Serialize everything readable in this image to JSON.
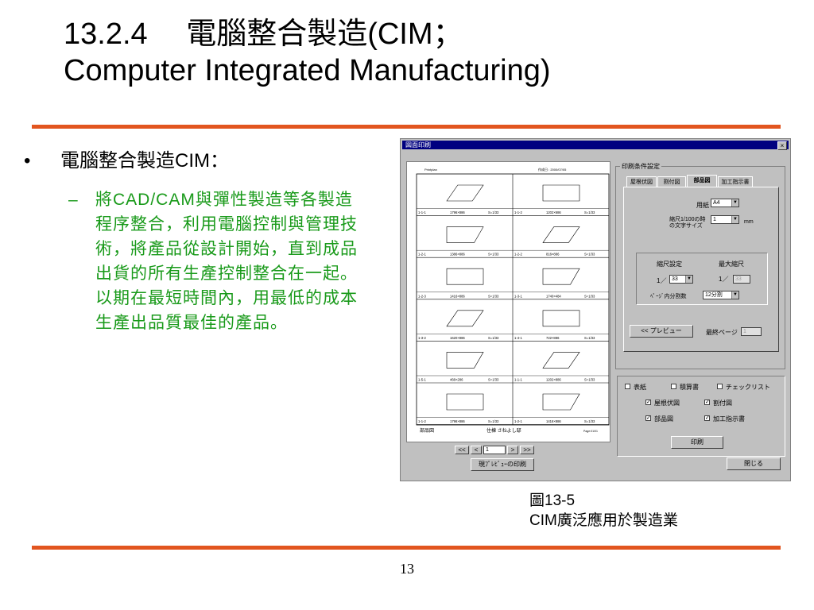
{
  "slide": {
    "title_line1": "13.2.4　 電腦整合製造(CIM；",
    "title_line2": "Computer Integrated Manufacturing)",
    "bullet1": "電腦整合製造CIM：",
    "bullet2": "將CAD/CAM與彈性製造等各製造程序整合，利用電腦控制與管理技術，將產品從設計開始，直到成品出貨的所有生產控制整合在一起。以期在最短時間內，用最低的成本生產出品質最佳的產品。",
    "caption_line1": "圖13-5",
    "caption_line2": "CIM廣泛應用於製造業",
    "page_number": "13"
  },
  "colors": {
    "accent_rule": "#e2551f",
    "sub_bullet": "#199a1a",
    "dialog_title": "#000080"
  },
  "dialog": {
    "title": "図面印刷",
    "close": "×",
    "preview": {
      "header_left": "Printplan",
      "header_right": "作成日 : 2000/07/05",
      "cells": [
        {
          "id": "1-1-1",
          "dim": "1796×886",
          "scale": "S=1/33"
        },
        {
          "id": "1-1-2",
          "dim": "1202×686",
          "scale": "S=1/33"
        },
        {
          "id": "1-2-1",
          "dim": "1386×886",
          "scale": "S=1/33"
        },
        {
          "id": "1-2-2",
          "dim": "816×886",
          "scale": "S=1/33"
        },
        {
          "id": "1-2-3",
          "dim": "1416×886",
          "scale": "S=1/33"
        },
        {
          "id": "1-3-1",
          "dim": "1740×484",
          "scale": "S=1/33"
        },
        {
          "id": "1-3-2",
          "dim": "1620×886",
          "scale": "S=1/33"
        },
        {
          "id": "1-4-1",
          "dim": "722×886",
          "scale": "S=1/33"
        },
        {
          "id": "1-5-1",
          "dim": "466×286",
          "scale": "S=1/33"
        },
        {
          "id": "1-1-1",
          "dim": "1202×886",
          "scale": "S=1/33"
        },
        {
          "id": "1-1-2",
          "dim": "1796×886",
          "scale": "S=1/33"
        },
        {
          "id": "1-2-1",
          "dim": "1416×886",
          "scale": "S=1/33"
        }
      ],
      "footer_left": "部品図",
      "footer_mid": "住棟 さねよし邸",
      "footer_right": "Page:01/01"
    },
    "nav": {
      "first": "<<",
      "prev": "<",
      "page": "1",
      "next": ">",
      "last": ">>"
    },
    "print_current": "現ﾌﾟﾚﾋﾞｭｰの印刷",
    "conditions_group": "印刷条件設定",
    "tabs": [
      "屋根伏図",
      "割付図",
      "部品図",
      "加工指示書"
    ],
    "paper_label": "用紙",
    "paper_value": "A4",
    "scale_label_1": "縮尺1/100の時",
    "scale_label_2": "の文字サイズ",
    "scale_value": "1",
    "scale_unit": "mm",
    "ratio_label": "縮尺設定",
    "max_ratio_label": "最大縮尺",
    "ratio_prefix": "1／",
    "ratio_value": "33",
    "max_prefix": "1／",
    "max_value": "33",
    "split_label": "ﾍﾟｰｼﾞ内分割数",
    "split_value": "12分割",
    "preview_button": "<< プレビュー",
    "last_page_label": "最終ページ",
    "last_page_value": "1",
    "checks": [
      {
        "label": "表紙",
        "checked": false
      },
      {
        "label": "積算書",
        "checked": false
      },
      {
        "label": "チェックリスト",
        "checked": false
      },
      {
        "label": "屋根伏図",
        "checked": true
      },
      {
        "label": "割付図",
        "checked": true
      },
      {
        "label": "部品図",
        "checked": true
      },
      {
        "label": "加工指示書",
        "checked": true
      }
    ],
    "print_button": "印刷",
    "close_button": "閉じる"
  }
}
